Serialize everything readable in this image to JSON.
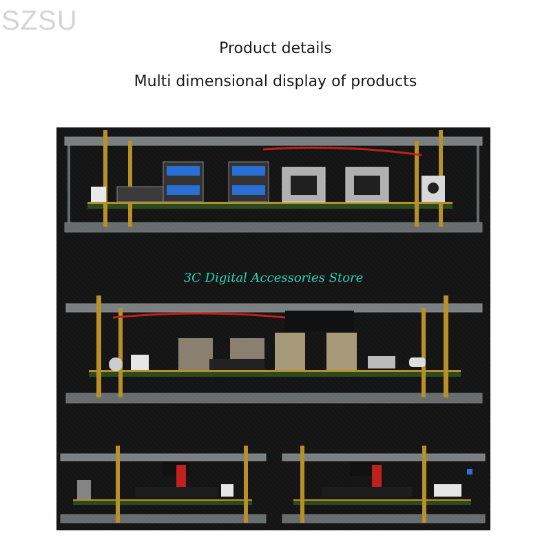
{
  "watermark": "SZSU",
  "heading": {
    "title": "Product details",
    "subtitle": "Multi dimensional display of products"
  },
  "photo": {
    "store_watermark": "3C Digital Accessories Store",
    "views": [
      "case-top-view",
      "case-front-view",
      "case-side-left-view",
      "case-side-right-view"
    ]
  },
  "colors": {
    "acrylic": "#cfd8dc",
    "board_gold": "#b8902a",
    "usb_blue": "#2a6fd6",
    "store_text": "#2fd4b8",
    "background": "#141414"
  }
}
